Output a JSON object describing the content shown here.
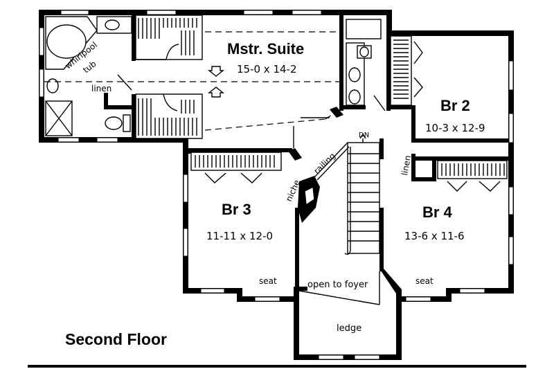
{
  "title": "Second Floor",
  "rooms": {
    "master": {
      "name": "Mstr. Suite",
      "dims": "15-0 x 14-2"
    },
    "br2": {
      "name": "Br 2",
      "dims": "10-3 x 12-9"
    },
    "br3": {
      "name": "Br 3",
      "dims": "11-11 x 12-0"
    },
    "br4": {
      "name": "Br 4",
      "dims": "13-6 x 11-6"
    }
  },
  "labels": {
    "whirlpool": "whirlpool",
    "tub": "tub",
    "linen_bath": "linen",
    "linen_hall": "linen",
    "dn": "DN",
    "railing": "railing",
    "niche": "niche",
    "seat_br3": "seat",
    "seat_br4": "seat",
    "open_to_foyer": "open to foyer",
    "ledge": "ledge"
  }
}
